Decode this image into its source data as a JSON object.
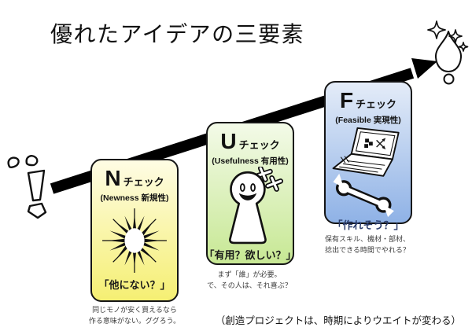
{
  "title": "優れたアイデアの三要素",
  "footer_note": "（創造プロジェクトは、時期によりウエイトが変わる）",
  "arrow": {
    "color": "#000000",
    "meaning": "growth-from-start-to-goal"
  },
  "decorations": {
    "start": "hand-drawn-exclamation-mark",
    "goal": "sparkling-exclamation-mark"
  },
  "cards": [
    {
      "letter": "N",
      "check_label": "チェック",
      "subtitle": "(Newness 新規性)",
      "quote": "「他にない？」",
      "caption": [
        "同じモノが安く買えるなら",
        "作る意味がない。ググろう。"
      ],
      "icon": "starburst-icon",
      "colors": {
        "top": "#FEFCE4",
        "bottom": "#F5EF73"
      }
    },
    {
      "letter": "U",
      "check_label": "チェック",
      "subtitle": "(Usefulness 有用性)",
      "quote": "「有用？欲しい？」",
      "caption": [
        "まず「誰」が必要。",
        "で、その人は、それ喜ぶ？"
      ],
      "icon": "happy-person-icon",
      "colors": {
        "top": "#F3FAE8",
        "bottom": "#C7E894"
      }
    },
    {
      "letter": "F",
      "check_label": "チェック",
      "subtitle": "(Feasible 実現性)",
      "quote": "「作れそう？」",
      "caption": [
        "保有スキル、機材・部材、",
        "捻出できる時間でやれる？"
      ],
      "icon": "laptop-wrench-icon",
      "colors": {
        "top": "#E4ECF8",
        "bottom": "#8FB2E6"
      }
    }
  ]
}
